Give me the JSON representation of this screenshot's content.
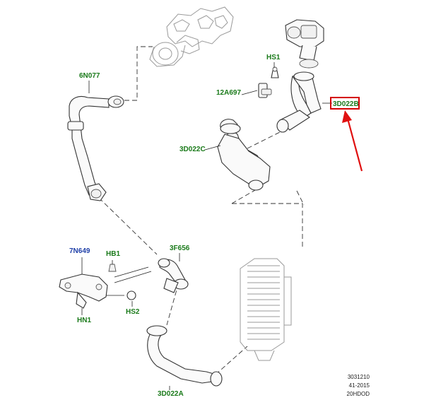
{
  "callouts": {
    "c_6n077": "6N077",
    "c_hs1": "HS1",
    "c_12a697": "12A697",
    "c_3d022b": "3D022B",
    "c_3d022c": "3D022C",
    "c_7n649": "7N649",
    "c_hb1": "HB1",
    "c_3f656": "3F656",
    "c_hs2": "HS2",
    "c_hn1": "HN1",
    "c_3d022a": "3D022A"
  },
  "reference": {
    "line1": "3031210",
    "line2": "41-2015",
    "line3": "20HDOD"
  },
  "colors": {
    "highlight_box": "#d40000",
    "arrow": "#e01010",
    "label_green": "#1a7a1a",
    "label_blue": "#1f3fa8"
  },
  "icons": {
    "pointer": "red-arrow-icon"
  }
}
